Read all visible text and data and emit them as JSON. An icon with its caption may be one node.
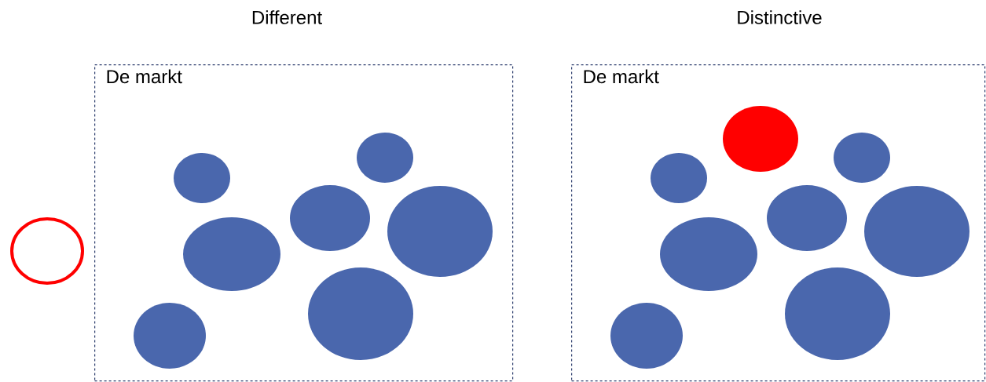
{
  "diagram": {
    "nodes": [
      {
        "text": [
          "De markt"
        ]
      },
      {
        "text": [
          "De markt"
        ]
      },
      {
        "text": [],
        "shape": "circle"
      }
    ],
    "labels": [
      "Different",
      "Distinctive"
    ]
  }
}
